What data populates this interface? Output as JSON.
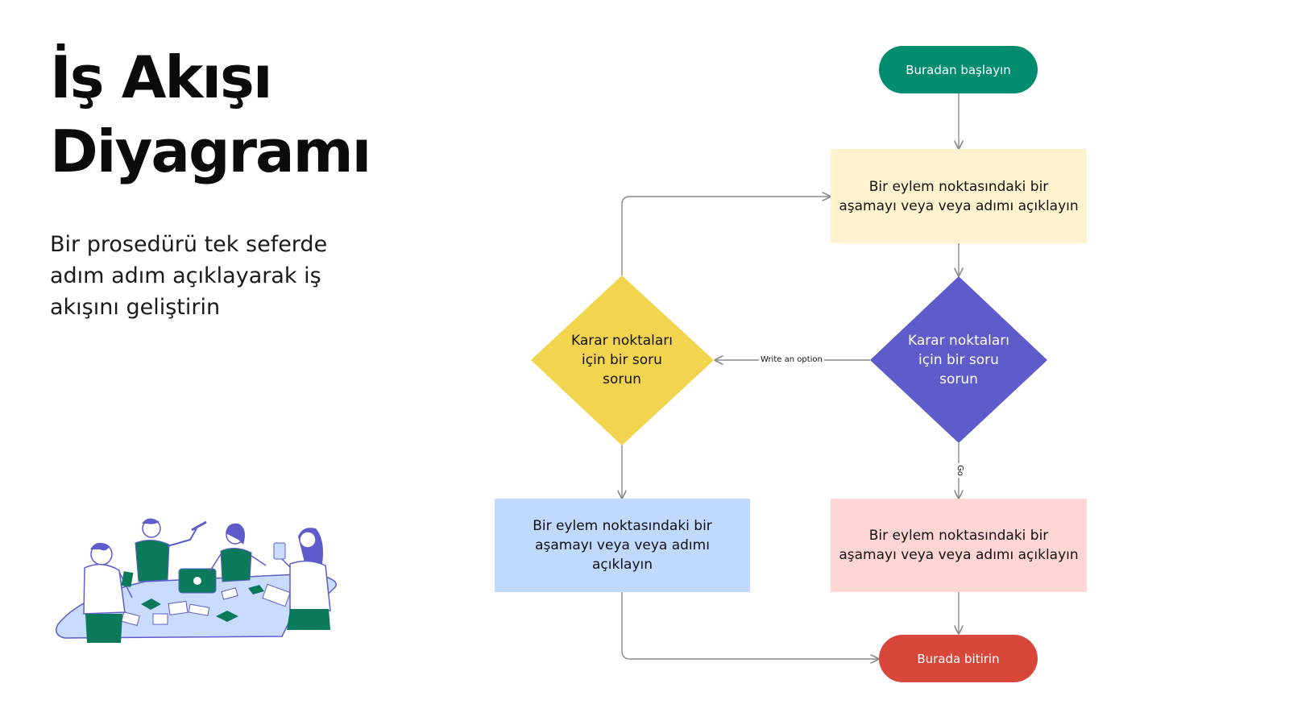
{
  "title": "İş Akışı Diyagramı",
  "subtitle": "Bir prosedürü tek seferde adım adım açıklayarak iş akışını geliştirin",
  "illustration_icon": "team-collaboration-illustration",
  "colors": {
    "start": "#008C6E",
    "end": "#D9473B",
    "step_yellow": "#FFF3CF",
    "step_blue": "#BFD9FF",
    "step_pink": "#FFD6D3",
    "decision_purple": "#5E5CCB",
    "decision_yellow": "#F2D44E",
    "connector": "#8A8A8A"
  },
  "nodes": {
    "start": "Buradan başlayın",
    "step_top": "Bir eylem noktasındaki bir aşamayı veya veya adımı açıklayın",
    "decision_right": "Karar noktaları\niçin bir soru\nsorun",
    "decision_left": "Karar noktaları\niçin bir soru\nsorun",
    "step_left": "Bir eylem noktasındaki bir aşamayı veya veya adımı açıklayın",
    "step_right": "Bir eylem noktasındaki bir aşamayı veya veya adımı açıklayın",
    "end": "Burada bitirin"
  },
  "edge_labels": {
    "option": "Write an option",
    "go": "Go"
  }
}
